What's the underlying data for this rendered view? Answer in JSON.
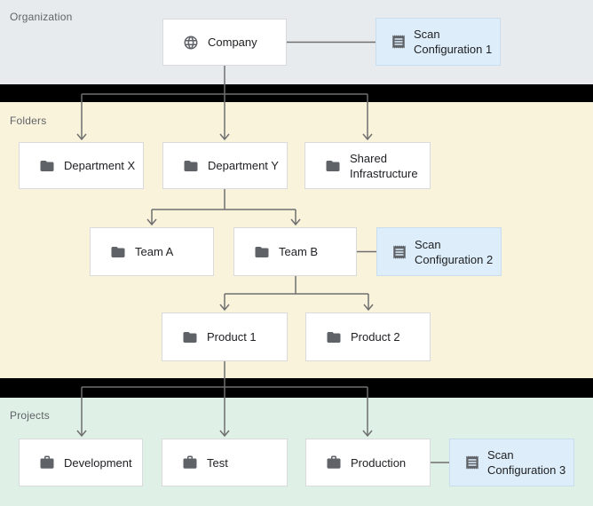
{
  "title": "Resource hierarchy with scan configurations",
  "sections": {
    "organization": {
      "label": "Organization"
    },
    "folders": {
      "label": "Folders"
    },
    "projects": {
      "label": "Projects"
    }
  },
  "nodes": {
    "company": {
      "label": "Company",
      "icon": "globe-icon",
      "type": "organization"
    },
    "scan1": {
      "label": "Scan Configuration 1",
      "icon": "receipt-icon",
      "type": "scan-configuration"
    },
    "department_x": {
      "label": "Department X",
      "icon": "folder-icon",
      "type": "folder"
    },
    "department_y": {
      "label": "Department Y",
      "icon": "folder-icon",
      "type": "folder"
    },
    "shared_infrastructure": {
      "label": "Shared Infrastructure",
      "icon": "folder-icon",
      "type": "folder"
    },
    "team_a": {
      "label": "Team A",
      "icon": "folder-icon",
      "type": "folder"
    },
    "team_b": {
      "label": "Team B",
      "icon": "folder-icon",
      "type": "folder"
    },
    "scan2": {
      "label": "Scan Configuration 2",
      "icon": "receipt-icon",
      "type": "scan-configuration"
    },
    "product1": {
      "label": "Product 1",
      "icon": "folder-icon",
      "type": "folder"
    },
    "product2": {
      "label": "Product 2",
      "icon": "folder-icon",
      "type": "folder"
    },
    "development": {
      "label": "Development",
      "icon": "briefcase-icon",
      "type": "project"
    },
    "test": {
      "label": "Test",
      "icon": "briefcase-icon",
      "type": "project"
    },
    "production": {
      "label": "Production",
      "icon": "briefcase-icon",
      "type": "project"
    },
    "scan3": {
      "label": "Scan Configuration 3",
      "icon": "receipt-icon",
      "type": "scan-configuration"
    }
  },
  "edges": [
    {
      "from": "Company",
      "to": "Scan Configuration 1",
      "kind": "attachment"
    },
    {
      "from": "Company",
      "to": "Department X",
      "kind": "hierarchy"
    },
    {
      "from": "Company",
      "to": "Department Y",
      "kind": "hierarchy"
    },
    {
      "from": "Company",
      "to": "Shared Infrastructure",
      "kind": "hierarchy"
    },
    {
      "from": "Department Y",
      "to": "Team A",
      "kind": "hierarchy"
    },
    {
      "from": "Department Y",
      "to": "Team B",
      "kind": "hierarchy"
    },
    {
      "from": "Team B",
      "to": "Scan Configuration 2",
      "kind": "attachment"
    },
    {
      "from": "Team B",
      "to": "Product 1",
      "kind": "hierarchy"
    },
    {
      "from": "Team B",
      "to": "Product 2",
      "kind": "hierarchy"
    },
    {
      "from": "Product 1",
      "to": "Development",
      "kind": "hierarchy"
    },
    {
      "from": "Product 1",
      "to": "Test",
      "kind": "hierarchy"
    },
    {
      "from": "Product 1",
      "to": "Production",
      "kind": "hierarchy"
    },
    {
      "from": "Production",
      "to": "Scan Configuration 3",
      "kind": "attachment"
    }
  ],
  "colors": {
    "org_bg": "#e8ebee",
    "folders_bg": "#faf3dc",
    "projects_bg": "#dff0e6",
    "scan_box_bg": "#ddeefa",
    "scan_box_border": "#c8ddee",
    "node_border": "#d8dadd",
    "icon": "#5f6368",
    "connector": "#6f6f6f",
    "section_label": "#5f6368",
    "node_text": "#202124",
    "separator": "#000000"
  }
}
